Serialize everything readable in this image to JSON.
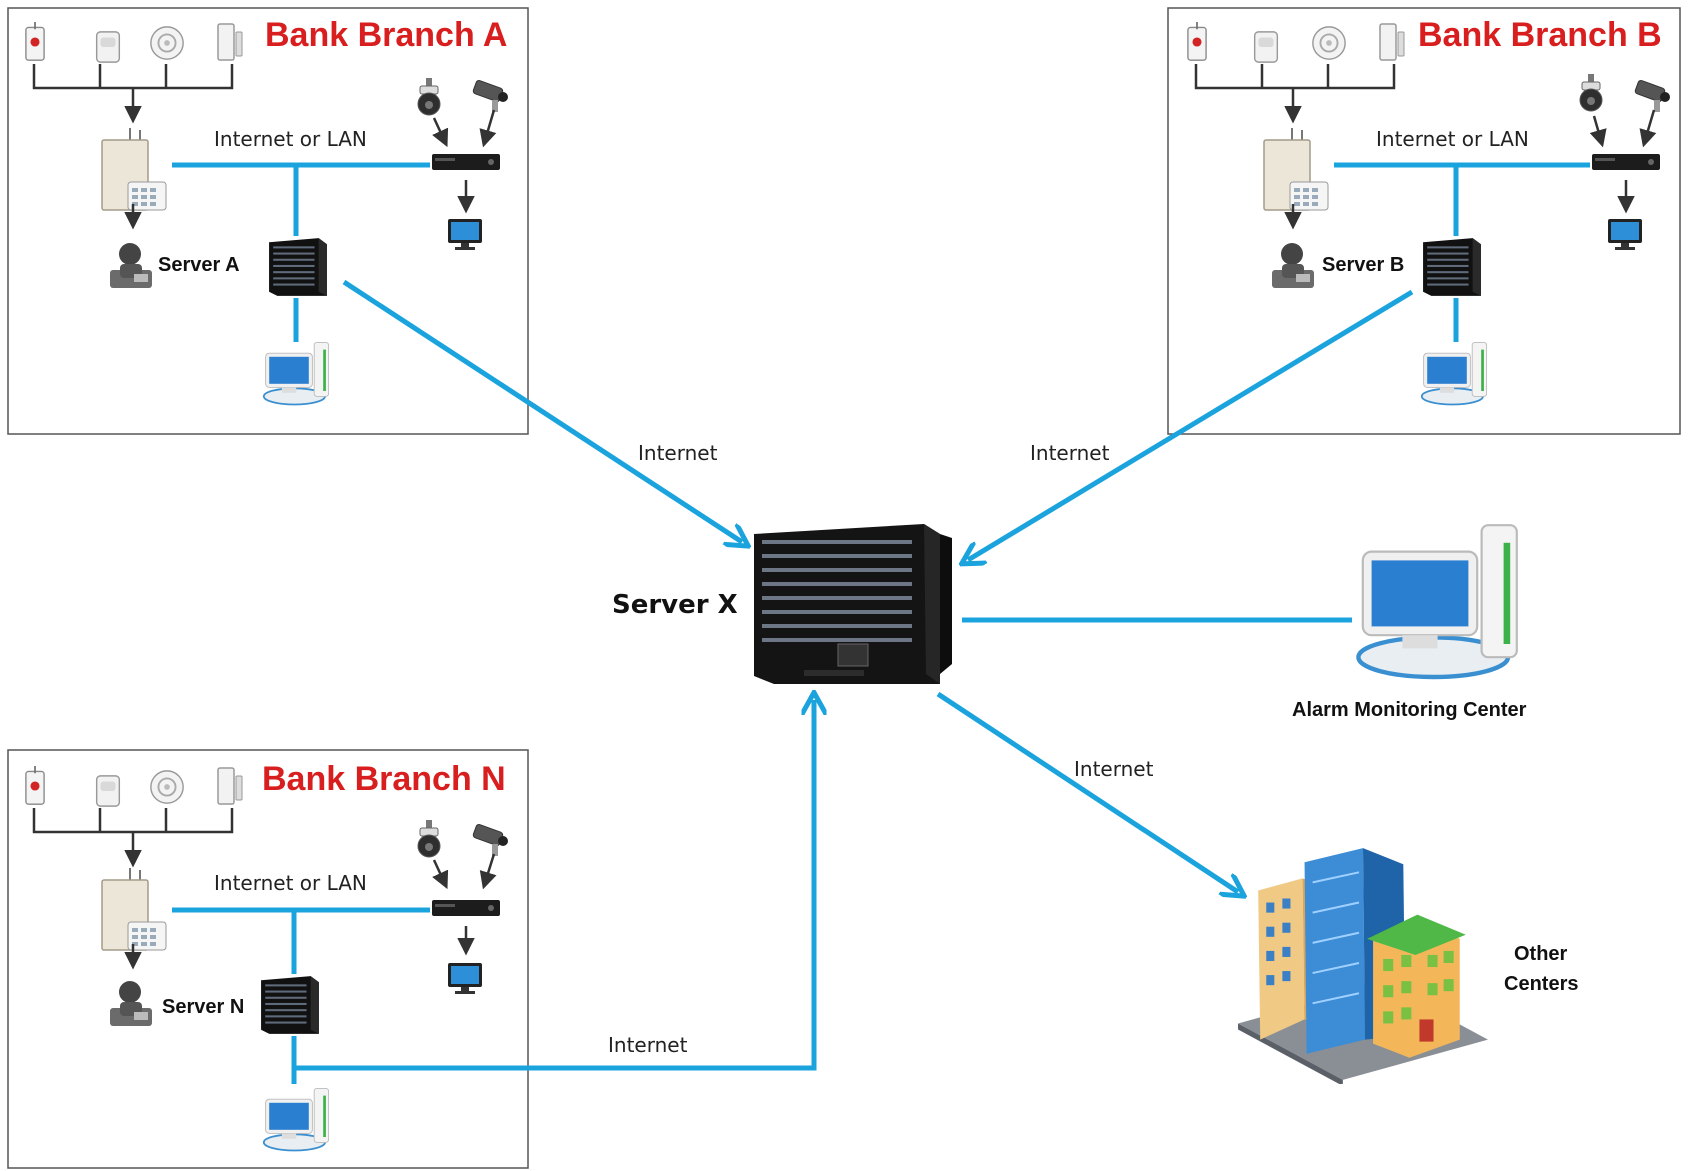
{
  "colors": {
    "link": "#1aa3dc",
    "branch_title": "#d81e1e",
    "border": "#555555"
  },
  "branches": [
    {
      "title": "Bank Branch A",
      "lan_label": "Internet or LAN",
      "server_label": "Server A"
    },
    {
      "title": "Bank Branch B",
      "lan_label": "Internet or LAN",
      "server_label": "Server B"
    },
    {
      "title": "Bank Branch N",
      "lan_label": "Internet or LAN",
      "server_label": "Server N"
    }
  ],
  "central": {
    "server_label": "Server X"
  },
  "monitoring": {
    "label": "Alarm Monitoring Center"
  },
  "others": {
    "label_line1": "Other",
    "label_line2": "Centers"
  },
  "links": {
    "a_to_x": "Internet",
    "b_to_x": "Internet",
    "n_to_x": "Internet",
    "x_to_others": "Internet"
  },
  "icons": [
    "panic-button-icon",
    "motion-detector-icon",
    "smoke-detector-icon",
    "door-sensor-icon",
    "dome-camera-icon",
    "bullet-camera-icon",
    "dvr-icon",
    "monitor-icon",
    "alarm-panel-icon",
    "operator-icon",
    "server-rack-icon",
    "workstation-icon",
    "buildings-icon"
  ]
}
